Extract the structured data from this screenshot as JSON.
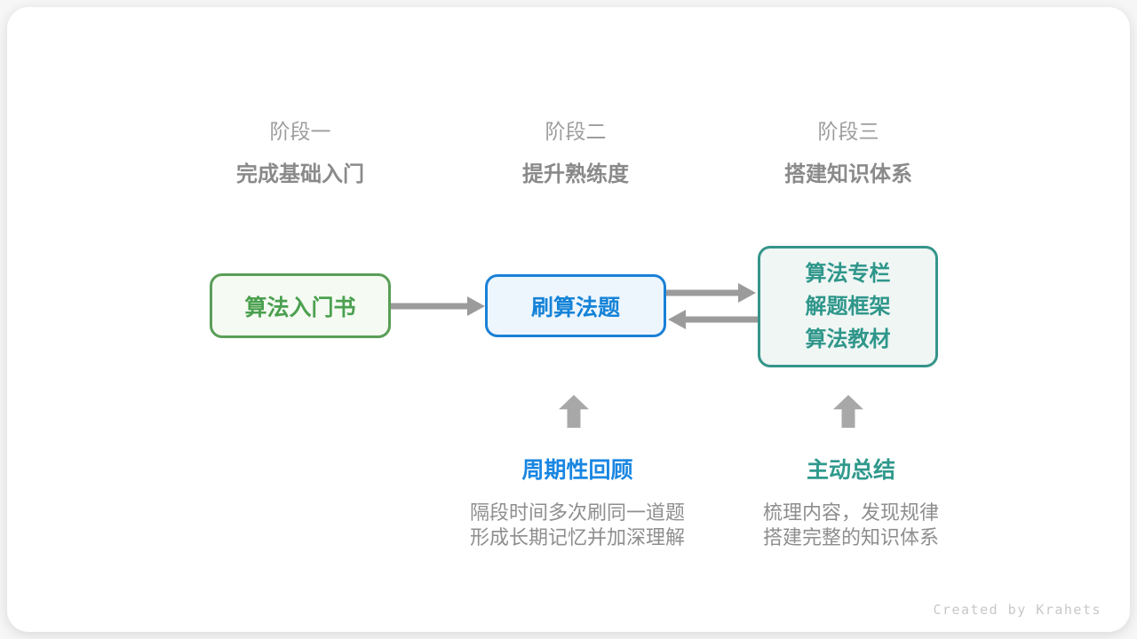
{
  "stages": [
    {
      "label": "阶段一",
      "title": "完成基础入门"
    },
    {
      "label": "阶段二",
      "title": "提升熟练度"
    },
    {
      "label": "阶段三",
      "title": "搭建知识体系"
    }
  ],
  "nodes": {
    "intro_book": {
      "text": "算法入门书"
    },
    "practice": {
      "text": "刷算法题"
    },
    "resources": {
      "lines": [
        "算法专栏",
        "解题框架",
        "算法教材"
      ]
    }
  },
  "annotations": {
    "review": {
      "title": "周期性回顾",
      "lines": [
        "隔段时间多次刷同一道题",
        "形成长期记忆并加深理解"
      ]
    },
    "summary": {
      "title": "主动总结",
      "lines": [
        "梳理内容，发现规律",
        "搭建完整的知识体系"
      ]
    }
  },
  "credit": "Created by Krahets",
  "colors": {
    "green-border": "#5a9e58",
    "green-text": "#4ba04f",
    "green-bg": "#f5faf2",
    "blue-border": "#1a80d6",
    "blue-text": "#1583d8",
    "blue-bg": "#edf5fd",
    "teal-border": "#35948a",
    "teal-text": "#2e968a",
    "teal-bg": "#eff6f4",
    "arrow-gray": "#9b9b9b",
    "up-arrow-gray": "#a8a8a8",
    "label-gray": "#9d9d9d",
    "title-gray": "#8a8a8a",
    "desc-gray": "#8e8e8e",
    "credit-gray": "#c8c8c8",
    "accent-blue-label": "#1886e2",
    "accent-teal-label": "#2f998c"
  }
}
